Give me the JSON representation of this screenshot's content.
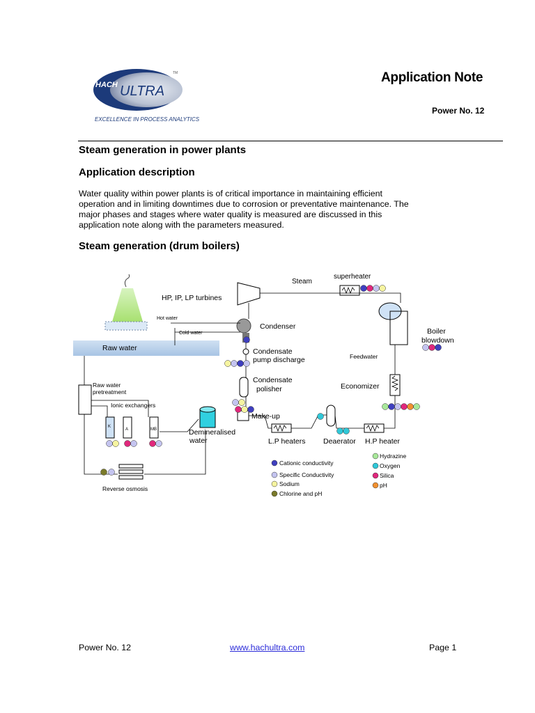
{
  "header": {
    "logo_brand_small": "HACH",
    "logo_brand_large": "ULTRA",
    "logo_tm": "TM",
    "logo_tagline": "EXCELLENCE IN PROCESS ANALYTICS",
    "doc_type": "Application Note",
    "doc_number": "Power No. 12"
  },
  "content": {
    "title": "Steam generation in power plants",
    "section_heading": "Application description",
    "paragraph_lines": [
      "Water quality within power plants is of critical importance in maintaining efficient",
      "operation and in limiting downtimes due to corrosion or preventative maintenance.  The",
      "major phases and stages where water quality is measured are discussed in this",
      "application note along with the parameters measured."
    ],
    "diagram_heading": "Steam generation (drum boilers)"
  },
  "diagram": {
    "labels": {
      "turbines": "HP, IP, LP turbines",
      "steam": "Steam",
      "superheater": "superheater",
      "hot_water": "Hot  water",
      "cold_water": "Cold water",
      "condenser": "Condenser",
      "raw_water": "Raw water",
      "boiler_line1": "Boiler",
      "boiler_line2": "blowdown",
      "condensate_pump1": "Condensate",
      "condensate_pump2": "pump discharge",
      "feedwater": "Feedwater",
      "raw_pretreat1": "Raw water",
      "raw_pretreat2": "pretreatment",
      "polisher1": "Condensate",
      "polisher2": "polisher",
      "economizer": "Economizer",
      "ionic": "Ionic exchangers",
      "makeup": "Make-up",
      "demin1": "Demineralised",
      "demin2": "water",
      "lp_heaters": "L.P heaters",
      "deaerator": "Deaerator",
      "hp_heater": "H.P heater",
      "reverse_osmosis": "Reverse osmosis",
      "ex_k": "K",
      "ex_a": "A",
      "ex_mb": "MB"
    },
    "legend_left": [
      {
        "label": "Cationic conductivity",
        "color": "#3f3fbf"
      },
      {
        "label": "Specific Conductivity",
        "color": "#c4c4f0"
      },
      {
        "label": "Sodium",
        "color": "#f6f4a0"
      },
      {
        "label": "Chlorine and pH",
        "color": "#7a7a2a"
      }
    ],
    "legend_right": [
      {
        "label": "Hydrazine",
        "color": "#a8e89a"
      },
      {
        "label": "Oxygen",
        "color": "#30c8d8"
      },
      {
        "label": "Silica",
        "color": "#e0287c"
      },
      {
        "label": "pH",
        "color": "#f09030"
      }
    ]
  },
  "footer": {
    "doc_number": "Power No. 12",
    "website": "www.hachultra.com",
    "page": "Page 1"
  }
}
